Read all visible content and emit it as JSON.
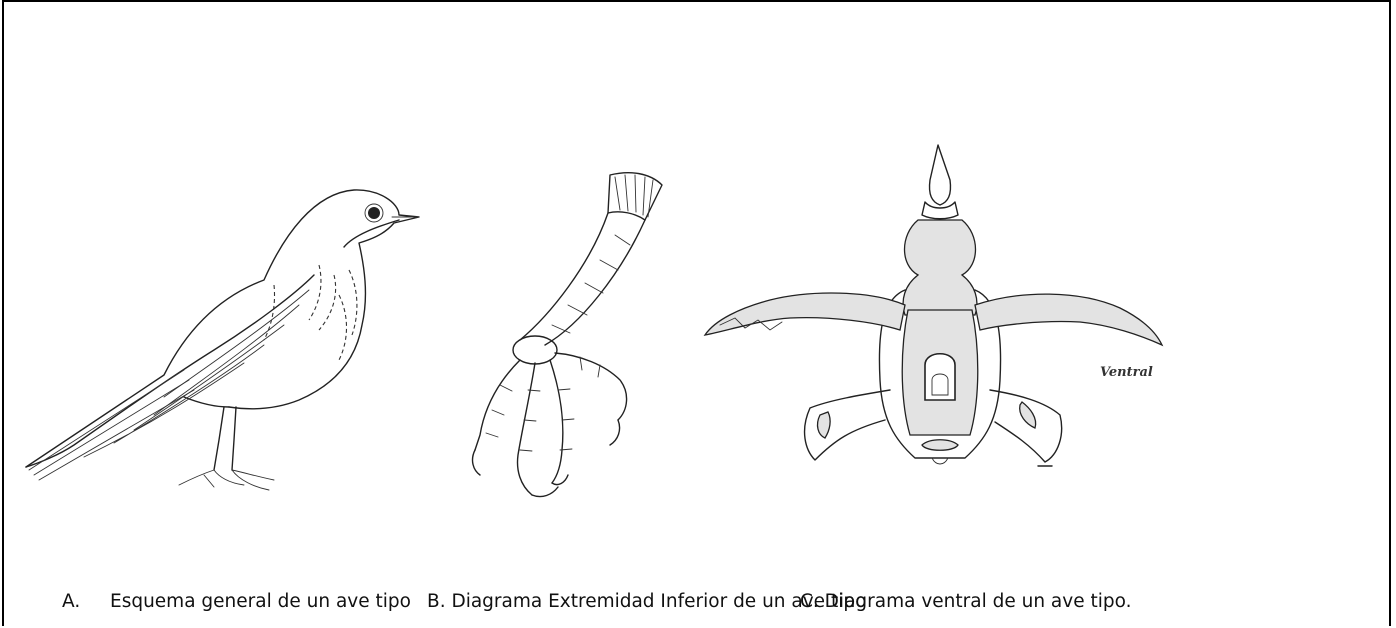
{
  "figures": {
    "bird": {
      "icon": "bird-sketch-icon"
    },
    "foot": {
      "icon": "bird-foot-icon"
    },
    "ventral": {
      "icon": "ventral-diagram-icon",
      "label": "Ventral"
    }
  },
  "caption": {
    "a_letter": "A.",
    "a_text": "Esquema general de un ave tipo",
    "b_text": "B.  Diagrama Extremidad Inferior de un ave tipo",
    "c_text": "C. Diagrama ventral de un ave tipo."
  }
}
